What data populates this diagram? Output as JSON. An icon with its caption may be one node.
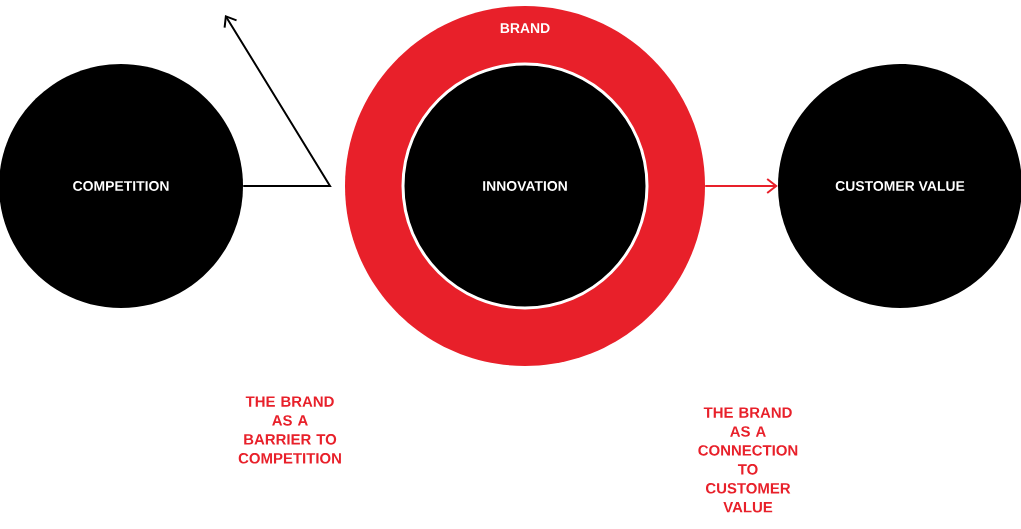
{
  "diagram": {
    "nodes": [
      {
        "text": [
          "COMPETITION"
        ]
      },
      {
        "text": [
          "BRAND"
        ]
      },
      {
        "text": [
          "INNOVATION"
        ],
        "in": 1
      },
      {
        "text": [
          "CUSTOMER VALUE"
        ]
      }
    ],
    "edges": [
      {
        "from": 0,
        "to": null,
        "arrow": "to"
      },
      {
        "from": 1,
        "to": 3,
        "arrow": "to",
        "color": "#e8202a"
      }
    ],
    "labels": [
      "THE BRAND AS A BARRIER TO COMPETITION",
      "THE BRAND AS A CONNECTION TO CUSTOMER VALUE"
    ]
  }
}
